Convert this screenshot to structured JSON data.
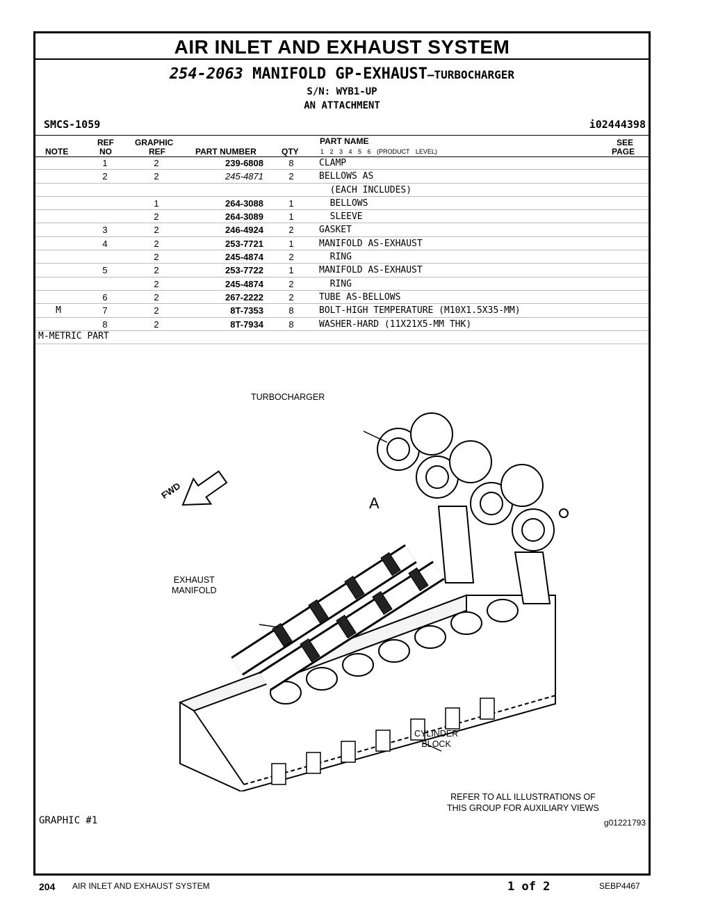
{
  "section_title": "AIR INLET AND EXHAUST SYSTEM",
  "group": {
    "number": "254-2063",
    "name": "MANIFOLD GP-EXHAUST",
    "suffix": "–TURBOCHARGER",
    "serial": "S/N: WYB1-UP",
    "attachment": "AN ATTACHMENT"
  },
  "smcs": "SMCS-1059",
  "ident": "i02444398",
  "columns": {
    "note": "NOTE",
    "ref_top": "REF",
    "ref_bottom": "NO",
    "gref_top": "GRAPHIC",
    "gref_bottom": "REF",
    "part_number": "PART NUMBER",
    "qty": "QTY",
    "part_name": "PART NAME",
    "levels": "1 2 3 4 5 6 (PRODUCT LEVEL)",
    "see_top": "SEE",
    "see_bottom": "PAGE"
  },
  "parts": [
    {
      "note": "",
      "ref": "1",
      "gref": "2",
      "pn": "239-6808",
      "qty": "8",
      "name": "CLAMP",
      "italic": false
    },
    {
      "note": "",
      "ref": "2",
      "gref": "2",
      "pn": "245-4871",
      "qty": "2",
      "name": "BELLOWS AS",
      "italic": true
    },
    {
      "note": "",
      "ref": "",
      "gref": "",
      "pn": "",
      "qty": "",
      "name": "  (EACH INCLUDES)",
      "italic": false
    },
    {
      "note": "",
      "ref": "",
      "gref": "1",
      "pn": "264-3088",
      "qty": "1",
      "name": "  BELLOWS",
      "italic": false
    },
    {
      "note": "",
      "ref": "",
      "gref": "2",
      "pn": "264-3089",
      "qty": "1",
      "name": "  SLEEVE",
      "italic": false
    },
    {
      "note": "",
      "ref": "3",
      "gref": "2",
      "pn": "246-4924",
      "qty": "2",
      "name": "GASKET",
      "italic": false
    },
    {
      "note": "",
      "ref": "4",
      "gref": "2",
      "pn": "253-7721",
      "qty": "1",
      "name": "MANIFOLD AS-EXHAUST",
      "italic": false
    },
    {
      "note": "",
      "ref": "",
      "gref": "2",
      "pn": "245-4874",
      "qty": "2",
      "name": "  RING",
      "italic": false
    },
    {
      "note": "",
      "ref": "5",
      "gref": "2",
      "pn": "253-7722",
      "qty": "1",
      "name": "MANIFOLD AS-EXHAUST",
      "italic": false
    },
    {
      "note": "",
      "ref": "",
      "gref": "2",
      "pn": "245-4874",
      "qty": "2",
      "name": "  RING",
      "italic": false
    },
    {
      "note": "",
      "ref": "6",
      "gref": "2",
      "pn": "267-2222",
      "qty": "2",
      "name": "TUBE AS-BELLOWS",
      "italic": false
    },
    {
      "note": "M",
      "ref": "7",
      "gref": "2",
      "pn": "8T-7353",
      "qty": "8",
      "name": "BOLT-HIGH TEMPERATURE (M10X1.5X35-MM)",
      "italic": false
    },
    {
      "note": "",
      "ref": "8",
      "gref": "2",
      "pn": "8T-7934",
      "qty": "8",
      "name": "WASHER-HARD (11X21X5-MM THK)",
      "italic": false
    }
  ],
  "metric_note": "M-METRIC PART",
  "illustration": {
    "turbocharger": "TURBOCHARGER",
    "exhaust_manifold": [
      "EXHAUST",
      "MANIFOLD"
    ],
    "cylinder_block": [
      "CYLINDER",
      "BLOCK"
    ],
    "view_a": "A",
    "fwd": "FWD",
    "refer": [
      "REFER TO ALL ILLUSTRATIONS OF",
      "THIS GROUP FOR AUXILIARY VIEWS"
    ],
    "graphic_label": "GRAPHIC #1",
    "graphic_id": "g01221793"
  },
  "footer": {
    "page": "204",
    "section": "AIR INLET AND EXHAUST SYSTEM",
    "page_of": "1 of 2",
    "doc": "SEBP4467"
  }
}
